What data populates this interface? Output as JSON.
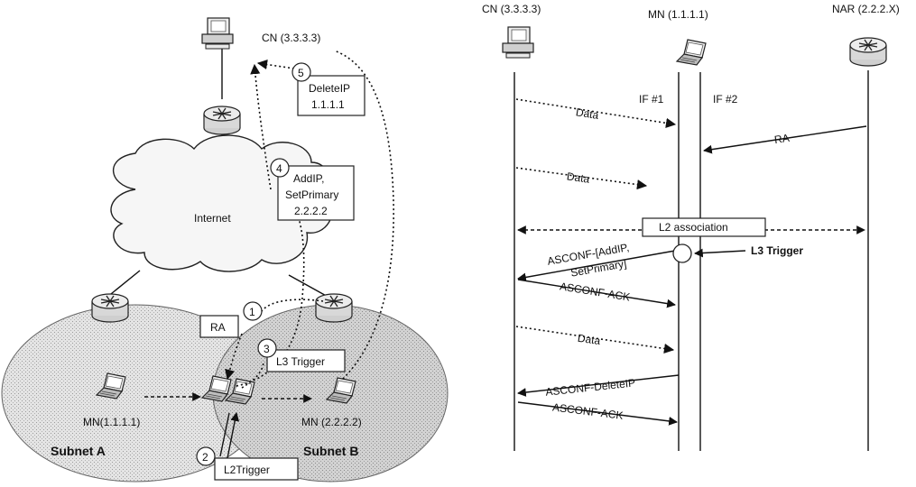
{
  "left": {
    "cn_label": "CN (3.3.3.3)",
    "internet_label": "Internet",
    "mn_a_label": "MN(1.1.1.1)",
    "mn_b_label": "MN (2.2.2.2)",
    "subnet_a": "Subnet A",
    "subnet_b": "Subnet B",
    "steps": [
      {
        "num": "1",
        "text": [
          "RA"
        ]
      },
      {
        "num": "2",
        "text": [
          "L2Trigger"
        ]
      },
      {
        "num": "3",
        "text": [
          "L3 Trigger"
        ]
      },
      {
        "num": "4",
        "text": [
          "AddIP,",
          "SetPrimary",
          "2.2.2.2"
        ]
      },
      {
        "num": "5",
        "text": [
          "DeleteIP",
          "1.1.1.1"
        ]
      }
    ]
  },
  "right": {
    "cn_label": "CN (3.3.3.3)",
    "mn_label": "MN (1.1.1.1)",
    "nar_label": "NAR (2.2.2.X)",
    "if1": "IF #1",
    "if2": "IF #2",
    "messages": {
      "data1": "Data",
      "ra": "RA",
      "data2": "Data",
      "l2assoc": "L2 association",
      "asconf_add_1": "ASCONF-[AddIP,",
      "asconf_add_2": "SetPrimary]",
      "l3trigger": "L3 Trigger",
      "ack1": "ASCONF-ACK",
      "data3": "Data",
      "asconf_del": "ASCONF-DeleteIP",
      "ack2": "ASCONF-ACK"
    }
  }
}
